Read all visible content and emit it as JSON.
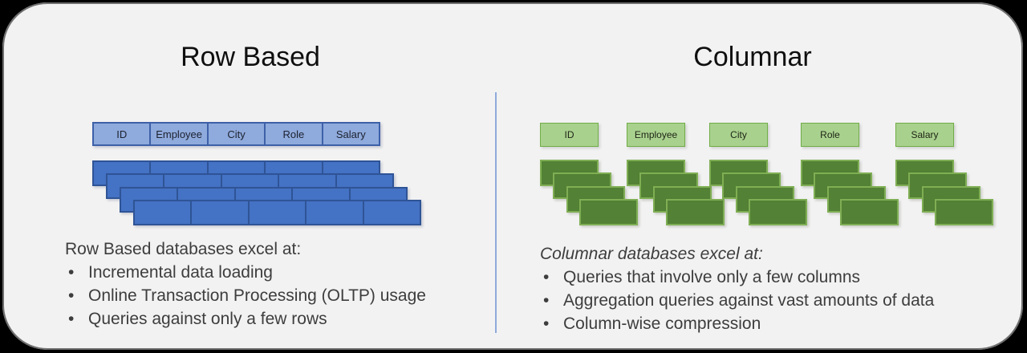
{
  "ui": {
    "bullet_char": "•"
  },
  "left": {
    "title": "Row Based",
    "table_headers": [
      "ID",
      "Employee",
      "City",
      "Role",
      "Salary"
    ],
    "data_row_count": 4,
    "text": {
      "heading": "Row Based databases excel at:",
      "bullets": [
        "Incremental data loading",
        "Online Transaction Processing (OLTP) usage",
        "Queries against only a few rows"
      ]
    }
  },
  "right": {
    "title": "Columnar",
    "column_headers": [
      "ID",
      "Employee",
      "City",
      "Role",
      "Salary"
    ],
    "blocks_per_column": 4,
    "text": {
      "heading": "Columnar databases excel at:",
      "bullets": [
        "Queries that involve only a few columns",
        "Aggregation queries against vast amounts of data",
        "Column-wise compression"
      ]
    }
  },
  "colors": {
    "panel_bg": "#f2f2f2",
    "title_text": "#0f0f0f",
    "body_text": "#3d3d3d",
    "divider": "#8faadc",
    "blue_header_fill": "#8faadc",
    "blue_header_border": "#3d60a8",
    "blue_row_fill": "#4472c4",
    "blue_row_border": "#2f5496",
    "green_header_fill": "#a9d18e",
    "green_header_border": "#70ad47",
    "green_block_fill": "#538135",
    "green_block_border": "#7fae54"
  }
}
